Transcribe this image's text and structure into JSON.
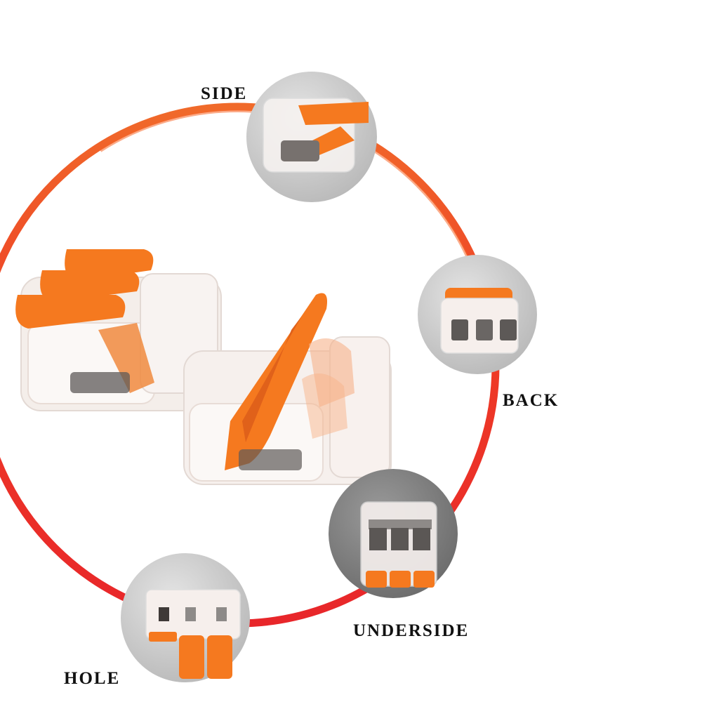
{
  "labels": {
    "side": "SIDE",
    "back": "BACK",
    "underside": "UNDERSIDE",
    "hole": "HOLE"
  },
  "colors": {
    "ring_outer": "#e8262a",
    "ring_inner": "#f7672a",
    "lever": "#f5791f",
    "lever_dark": "#e0611a",
    "housing": "#f6f2f0",
    "metal": "#6e6a68",
    "disc_light": "#c9c9c9",
    "disc_dark": "#7c7c7c"
  },
  "views": [
    {
      "id": "side",
      "icon": "connector-side-view-icon"
    },
    {
      "id": "back",
      "icon": "connector-back-view-icon"
    },
    {
      "id": "underside",
      "icon": "connector-underside-view-icon"
    },
    {
      "id": "hole",
      "icon": "connector-hole-view-icon"
    }
  ]
}
